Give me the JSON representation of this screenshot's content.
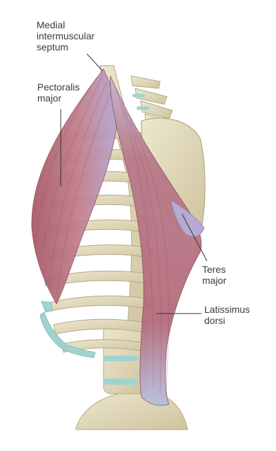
{
  "labels": {
    "medial_intermuscular_septum": [
      "Medial",
      "intermuscular",
      "septum"
    ],
    "pectoralis_major": [
      "Pectoralis",
      "major"
    ],
    "teres_major": [
      "Teres",
      "major"
    ],
    "latissimus_dorsi": [
      "Latissimus",
      "dorsi"
    ]
  },
  "colors": {
    "muscle": "#b86b7a",
    "muscle_dark": "#8e4a58",
    "fascia": "#b9b9dc",
    "bone": "#e6dfc4",
    "bone_shadow": "#c7bd98",
    "cartilage": "#9fd3d0",
    "leader_line": "#333333"
  }
}
